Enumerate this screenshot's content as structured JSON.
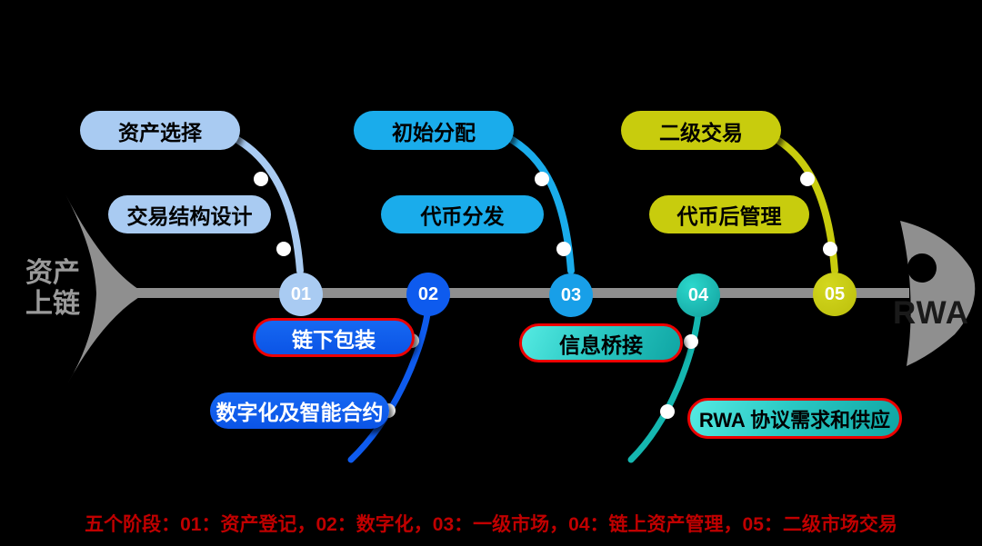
{
  "background_color": "#000000",
  "skeleton": {
    "tail": {
      "line1": "资产",
      "line2": "上链",
      "text_color": "#9A9A9A",
      "shape_color": "#8F8F8F"
    },
    "head": {
      "label": "RWA",
      "text_color": "#1A1A1A",
      "shape_color": "#8F8F8F"
    },
    "spine_color": "#8F8F8F"
  },
  "stages": [
    {
      "number": "01",
      "color": "#A9CBF2"
    },
    {
      "number": "02",
      "color": "#0E5BEE"
    },
    {
      "number": "03",
      "color": "#189FE8"
    },
    {
      "number": "04",
      "color": "#17B4AE"
    },
    {
      "number": "05",
      "color": "#C3C713"
    }
  ],
  "top_pills": [
    {
      "label": "资产选择",
      "color": "#A9CBF2"
    },
    {
      "label": "交易结构设计",
      "color": "#A9CBF2"
    },
    {
      "label": "初始分配",
      "color": "#1AACEB"
    },
    {
      "label": "代币分发",
      "color": "#1AACEB"
    },
    {
      "label": "二级交易",
      "color": "#C8CC0D"
    },
    {
      "label": "代币后管理",
      "color": "#C8CC0D"
    }
  ],
  "bottom_pills": [
    {
      "label": "链下包装",
      "fill": "#0E5BEE",
      "text_color": "#FFFFFF",
      "red_border": true
    },
    {
      "label": "数字化及智能合约",
      "fill": "#0E5BEE",
      "text_color": "#FFFFFF",
      "red_border": false
    },
    {
      "label": "信息桥接",
      "fill": "teal-gradient #55EAE2→#0FA5A3",
      "text_color": "#000000",
      "red_border": true
    },
    {
      "label": "RWA 协议需求和供应",
      "fill": "teal-gradient #55EAE2→#0FA5A3",
      "text_color": "#000000",
      "red_border": true
    }
  ],
  "accent": {
    "red_border_color": "#EC0000",
    "connector_dot_color": "#FFFFFF"
  },
  "footer": {
    "text": "五个阶段：01：资产登记，02：数字化，03：一级市场，04：链上资产管理，05：二级市场交易",
    "color": "#C00000"
  }
}
